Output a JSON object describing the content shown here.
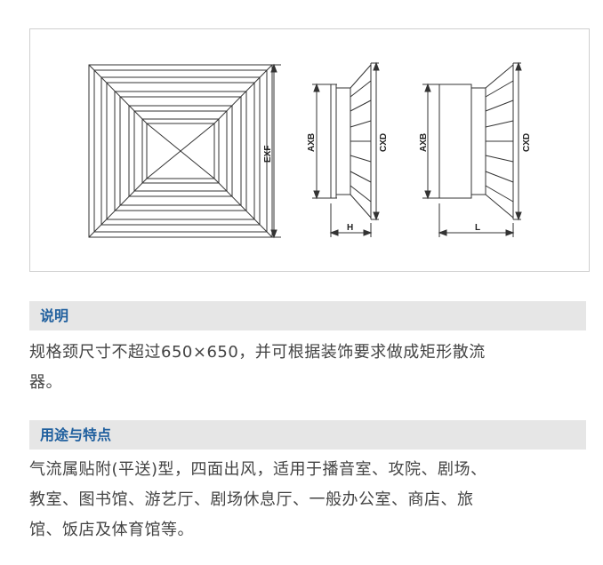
{
  "figure": {
    "front_view": {
      "label_exf": "EXF"
    },
    "side_view_h": {
      "label_axb": "AXB",
      "label_cxd": "CXD",
      "label_h": "H"
    },
    "side_view_l": {
      "label_axb": "AXB",
      "label_cxd": "CXD",
      "label_l": "L"
    }
  },
  "sections": [
    {
      "title": "说明",
      "lines": [
        "规格颈尺寸不超过650×650，并可根据装饰要求做成矩形散流",
        "器。"
      ]
    },
    {
      "title": "用途与特点",
      "lines": [
        "气流属贴附(平送)型，四面出风，适用于播音室、攻院、剧场、",
        "教室、图书馆、游艺厅、剧场休息厅、一般办公室、商店、旅",
        "馆、饭店及体育馆等。"
      ]
    }
  ],
  "colors": {
    "heading_text": "#1f5f9e",
    "heading_bg": "#e6e6e6",
    "body_text": "#444444"
  }
}
